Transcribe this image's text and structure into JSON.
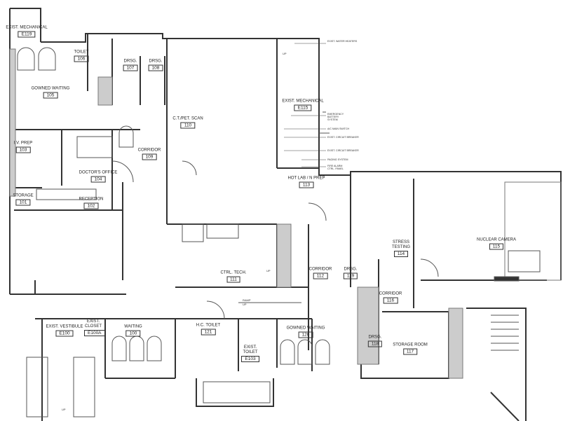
{
  "rooms": [
    {
      "name": "EXIST. MECHANICAL",
      "num": "E119"
    },
    {
      "name": "TOILET",
      "num": "106"
    },
    {
      "name": "DRSG.",
      "num": "107"
    },
    {
      "name": "DRSG.",
      "num": "108"
    },
    {
      "name": "GOWNED WAITING",
      "num": "105"
    },
    {
      "name": "C.T./PET. SCAN",
      "num": "110"
    },
    {
      "name": "EXIST. MECHANICAL",
      "num": "E115"
    },
    {
      "name": "I.V. PREP",
      "num": "103"
    },
    {
      "name": "CORRIDOR",
      "num": "109"
    },
    {
      "name": "DOCTOR'S OFFICE",
      "num": "104"
    },
    {
      "name": "HOT LAB / N PREP",
      "num": "113"
    },
    {
      "name": "STORAGE",
      "num": "101"
    },
    {
      "name": "RECEPTION",
      "num": "102"
    },
    {
      "name": "STRESS TESTING",
      "num": "114"
    },
    {
      "name": "NUCLEAR CAMERA",
      "num": "115"
    },
    {
      "name": "CTRL. TECH.",
      "num": "111"
    },
    {
      "name": "CORRIDOR",
      "num": "112"
    },
    {
      "name": "DRSG.",
      "num": "119"
    },
    {
      "name": "CORRIDOR",
      "num": "116"
    },
    {
      "name": "WAITING",
      "num": "100"
    },
    {
      "name": "EXIST. VESTIBULE",
      "num": "E100"
    },
    {
      "name": "EXIST. CLOSET",
      "num": "E100A"
    },
    {
      "name": "H.C. TOILET",
      "num": "121"
    },
    {
      "name": "EXIST. TOILET",
      "num": "E103"
    },
    {
      "name": "GOWNED WAITING",
      "num": "120"
    },
    {
      "name": "DRSG.",
      "num": "118"
    },
    {
      "name": "STORAGE ROOM",
      "num": "117"
    }
  ],
  "notes": [
    "EXIST. WATER HEATERS",
    "EMERGENCY BATTERY SYSTEM",
    "A/C MAIN SWITCH",
    "EXIST. CIRCUIT BREAKER",
    "EXIST. CIRCUIT BREAKER",
    "PAGING SYSTEM",
    "FIRE ALARM CTRL. PANEL"
  ],
  "labels": {
    "ramp": "RAMP",
    "up": "UP"
  }
}
